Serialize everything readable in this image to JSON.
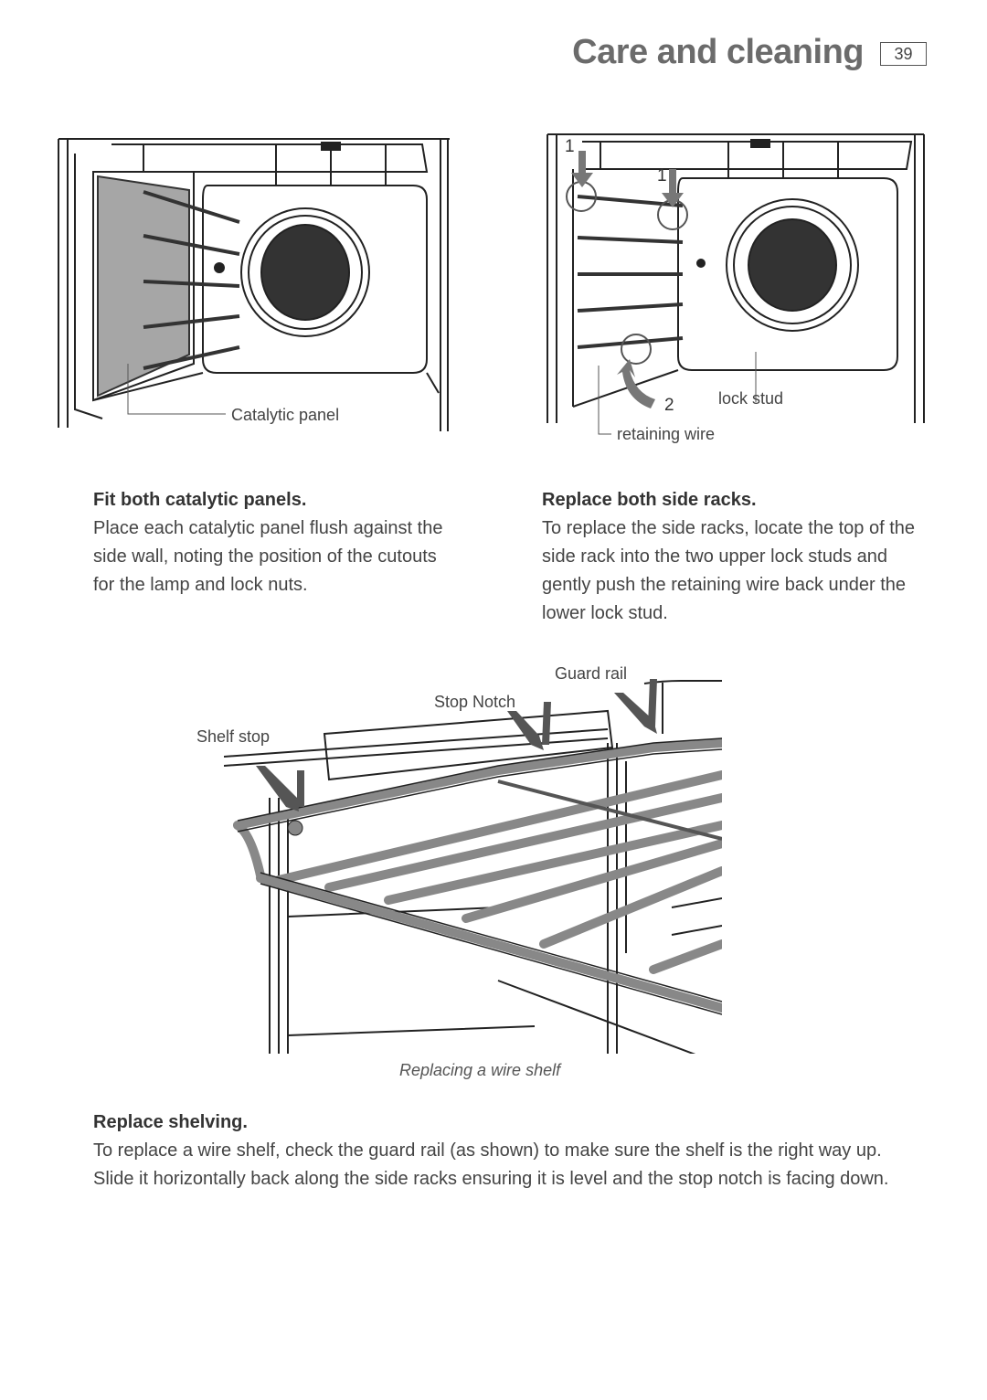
{
  "header": {
    "title": "Care and cleaning",
    "page_number": "39"
  },
  "figure_left": {
    "callout": "Catalytic panel"
  },
  "figure_right": {
    "step1_a": "1",
    "step1_b": "1",
    "step2": "2",
    "callout_lock_stud": "lock stud",
    "callout_retaining_wire": "retaining wire"
  },
  "section_catalytic": {
    "heading": "Fit both catalytic panels.",
    "body": "Place each catalytic panel flush against the side wall, noting the position of the cutouts for the lamp and lock nuts."
  },
  "section_racks": {
    "heading": "Replace both side racks.",
    "body": "To replace the side racks, locate the top of the side rack into the two upper lock studs and gently push the retaining wire back under the lower lock stud."
  },
  "figure_shelf": {
    "label_guard_rail": "Guard rail",
    "label_stop_notch": "Stop Notch",
    "label_shelf_stop": "Shelf stop",
    "caption": "Replacing a wire shelf"
  },
  "section_shelving": {
    "heading": "Replace shelving.",
    "body": "To replace a wire shelf, check the guard rail (as shown) to make sure the shelf is the right way up. Slide it horizontally back along the side racks ensuring it is level and the stop notch is facing down."
  }
}
